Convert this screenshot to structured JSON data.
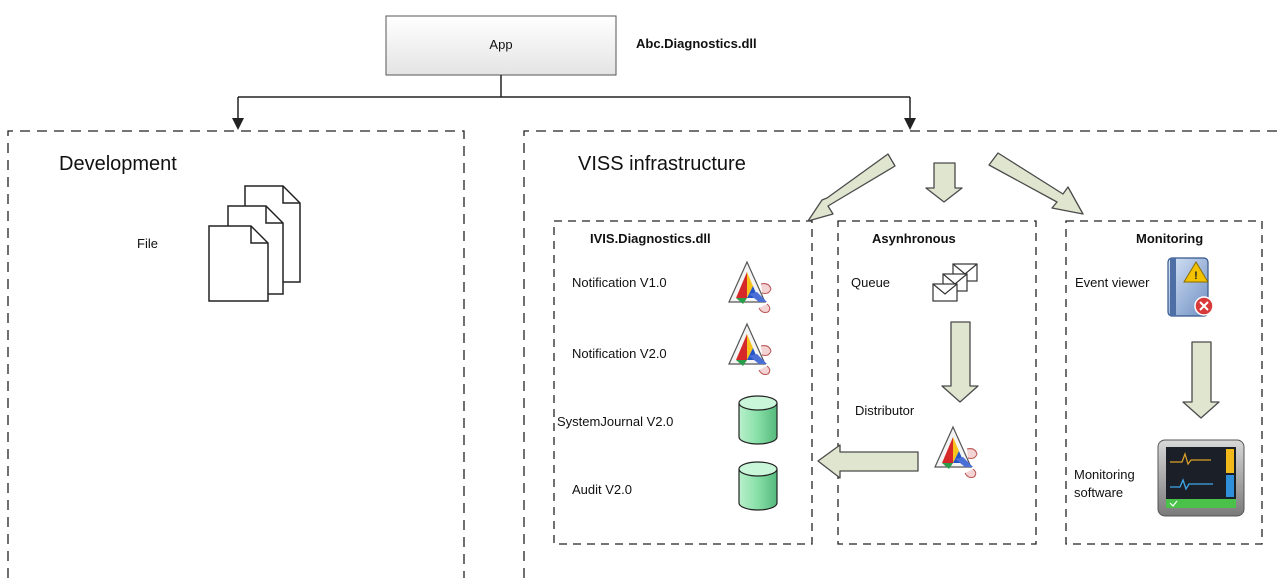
{
  "app": {
    "box_label": "App",
    "assembly": "Abc.Diagnostics.dll"
  },
  "development": {
    "title": "Development",
    "file_label": "File"
  },
  "viss": {
    "title": "VISS infrastructure",
    "ivis": {
      "title": "IVIS.Diagnostics.dll",
      "items": [
        {
          "label": "Notification V1.0",
          "icon": "plugin-icon"
        },
        {
          "label": "Notification V2.0",
          "icon": "plugin-icon"
        },
        {
          "label": "SystemJournal V2.0",
          "icon": "database-icon"
        },
        {
          "label": "Audit V2.0",
          "icon": "database-icon"
        }
      ]
    },
    "async": {
      "title": "Asynhronous",
      "queue_label": "Queue",
      "distributor_label": "Distributor"
    },
    "monitoring": {
      "title": "Monitoring",
      "event_viewer_label": "Event viewer",
      "software_label_1": "Monitoring",
      "software_label_2": "software"
    }
  },
  "colors": {
    "arrow_fill": "#e0e5d0",
    "arrow_stroke": "#4a4a4a",
    "db_green": "#8fe3b0",
    "line": "#222222"
  }
}
